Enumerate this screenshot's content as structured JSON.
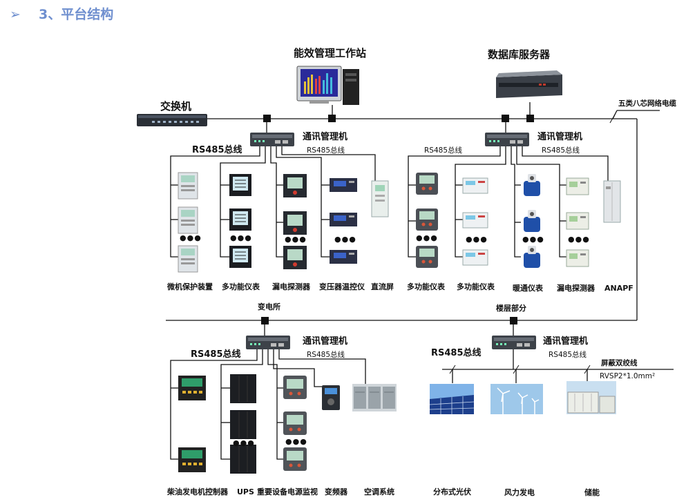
{
  "heading": {
    "arrow": "➢",
    "text": "3、平台结构"
  },
  "top": {
    "workstation": "能效管理工作站",
    "db_server": "数据库服务器",
    "switch": "交换机",
    "cable": "五类八芯网络电缆"
  },
  "gateway_label": "通讯管理机",
  "bus_label": "RS485总线",
  "section_substation": "变电所",
  "section_floor": "楼层部分",
  "substation_devices": [
    "微机保护装置",
    "多功能仪表",
    "漏电探测器",
    "变压器温控仪",
    "直流屏"
  ],
  "floor_devices": [
    "多功能仪表",
    "多功能仪表",
    "暖通仪表",
    "漏电探测器",
    "ANAPF"
  ],
  "lower_devices": [
    "柴油发电机控制器",
    "UPS",
    "重要设备电源监视",
    "变频器",
    "空调系统"
  ],
  "energy_devices": [
    "分布式光伏",
    "风力发电",
    "储能"
  ],
  "shielded": {
    "name": "屏蔽双绞线",
    "spec": "RVSP2*1.0mm²"
  },
  "dots": "●●●",
  "colors": {
    "heading": "#6f8fcf",
    "line": "#111111",
    "screen": "#2a2a9a"
  }
}
